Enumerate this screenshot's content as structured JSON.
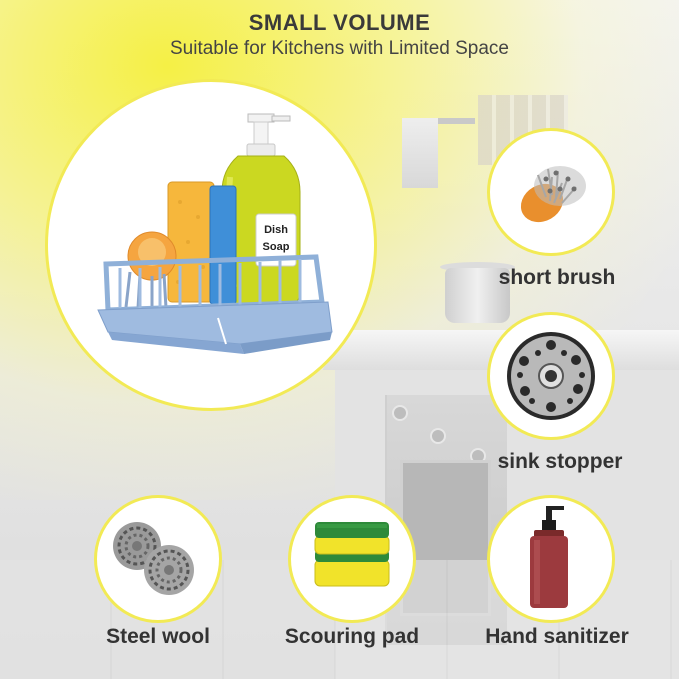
{
  "header": {
    "title": "SMALL VOLUME",
    "subtitle": "Suitable for Kitchens with Limited Space"
  },
  "main_product": {
    "bottle_label_line1": "Dish",
    "bottle_label_line2": "Soap",
    "icon": "sink-caddy-with-sponge-and-soap"
  },
  "features": [
    {
      "label": "short brush",
      "icon": "short-brush-icon"
    },
    {
      "label": "sink stopper",
      "icon": "sink-stopper-icon"
    },
    {
      "label": "Steel wool",
      "icon": "steel-wool-icon"
    },
    {
      "label": "Scouring pad",
      "icon": "scouring-pad-icon"
    },
    {
      "label": "Hand sanitizer",
      "icon": "hand-sanitizer-icon"
    }
  ],
  "colors": {
    "accent_yellow": "#f2ea55",
    "caddy_blue": "#9fbbe0",
    "sponge_yellow": "#f6b73c",
    "sponge_blue": "#3f8fd8",
    "soap_green": "#c9d81e",
    "text": "#333333"
  }
}
